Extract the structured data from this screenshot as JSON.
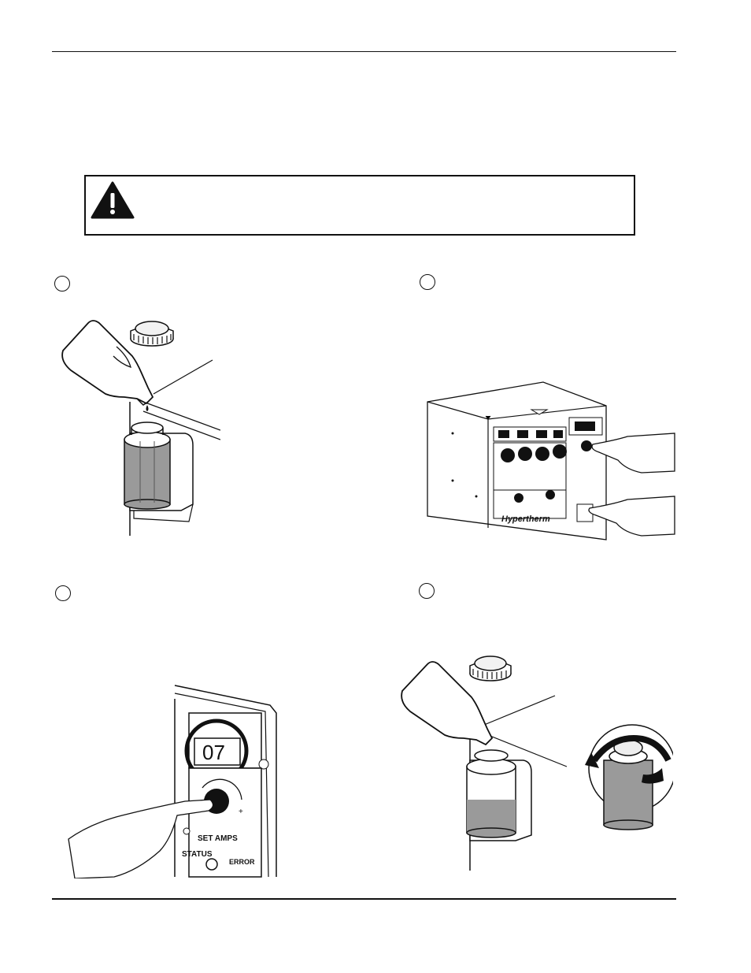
{
  "figures": {
    "panel3": {
      "display_digits": "07",
      "label_set_amps": "SET AMPS",
      "label_status": "STATUS",
      "label_error": "ERROR",
      "label_plus": "+"
    }
  },
  "colors": {
    "coolant_fill": "#9a9a9a",
    "line": "#111111",
    "background": "#ffffff"
  },
  "icons": [
    "warning-triangle-icon",
    "coolant-bottle-icon",
    "reservoir-cap-icon",
    "rotate-arrow-icon",
    "pointing-hand-icon"
  ]
}
